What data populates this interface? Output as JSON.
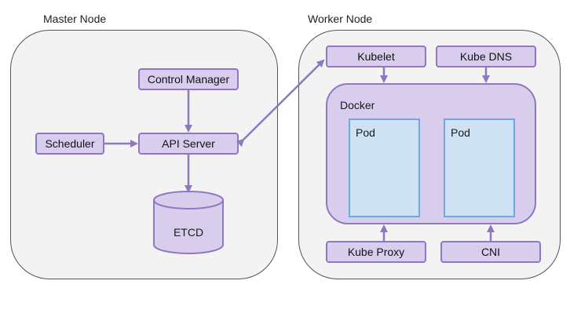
{
  "master": {
    "title": "Master Node",
    "control_manager": "Control Manager",
    "scheduler": "Scheduler",
    "api_server": "API Server",
    "etcd": "ETCD"
  },
  "worker": {
    "title": "Worker Node",
    "kubelet": "Kubelet",
    "kube_dns": "Kube DNS",
    "docker": "Docker",
    "pods": [
      "Pod",
      "Pod"
    ],
    "kube_proxy": "Kube Proxy",
    "cni": "CNI"
  },
  "colors": {
    "node_fill": "#f3f3f3",
    "component_fill": "#d9cdee",
    "component_border": "#8e79c0",
    "arrow": "#8e79c0",
    "pod_fill": "#cfe2f3",
    "pod_border": "#6fa8dc"
  }
}
